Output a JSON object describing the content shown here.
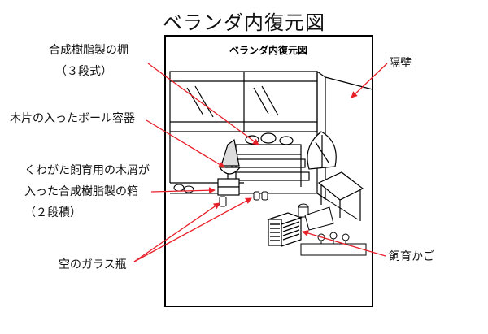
{
  "title": "ベランダ内復元図",
  "frame": {
    "title": "ベランダ内復元図"
  },
  "labels": {
    "shelf_line1": "合成樹脂製の棚",
    "shelf_line2": "（３段式）",
    "wood_container": "木片の入ったボール容器",
    "box_line1": "くわがた飼育用の木屑が",
    "box_line2": "入った合成樹脂製の箱",
    "box_line3": "（２段積）",
    "bottles": "空のガラス瓶",
    "wall": "隔壁",
    "cage": "飼育かご"
  },
  "colors": {
    "arrow": "#e8202a",
    "line": "#000000"
  }
}
